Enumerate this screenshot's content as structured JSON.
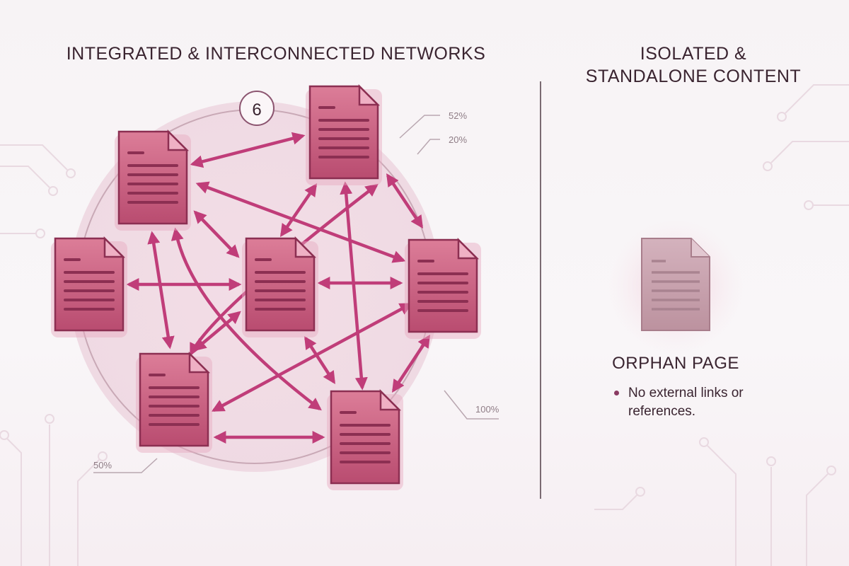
{
  "left_title": "INTEGRATED & INTERCONNECTED NETWORKS",
  "right_title_line1": "ISOLATED &",
  "right_title_line2": "STANDALONE CONTENT",
  "badge": "6",
  "callouts": {
    "top_a": "52%",
    "top_b": "20%",
    "bottom_right": "100%",
    "bottom_left": "50%"
  },
  "orphan": {
    "label": "ORPHAN PAGE",
    "note": "No external links or references."
  },
  "colors": {
    "page_fill": "#c95f80",
    "page_dark": "#8c2f52",
    "arrow": "#c03d79",
    "orphan_fill": "#c9a3ae"
  }
}
